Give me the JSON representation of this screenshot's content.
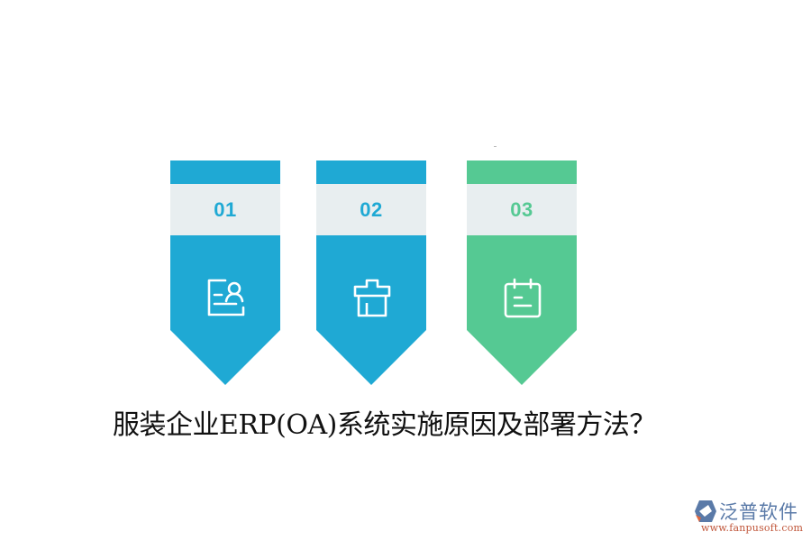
{
  "colors": {
    "blue": "#1fa9d4",
    "green": "#55c993",
    "band": "#e8eef0",
    "title_text": "#111111"
  },
  "steps": [
    {
      "number": "01",
      "icon": "profile-card-icon",
      "color": "#1fa9d4",
      "number_color": "#1fa9d4"
    },
    {
      "number": "02",
      "icon": "box-building-icon",
      "color": "#1fa9d4",
      "number_color": "#1fa9d4"
    },
    {
      "number": "03",
      "icon": "calendar-note-icon",
      "color": "#55c993",
      "number_color": "#55c993"
    }
  ],
  "title": "服装企业ERP(OA)系统实施原因及部署方法？",
  "logo": {
    "name": "泛普软件",
    "url": "www.fanpusoft.com"
  }
}
